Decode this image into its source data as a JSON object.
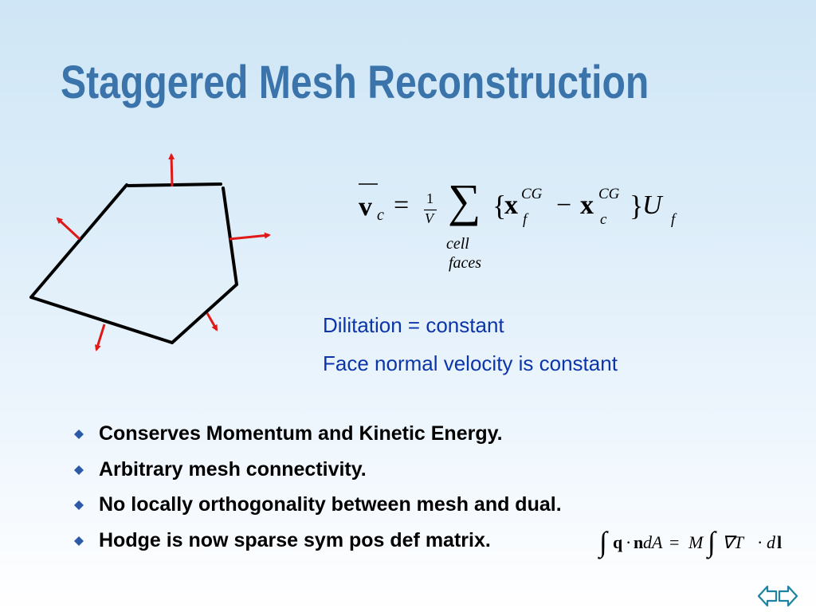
{
  "slide": {
    "title": "Staggered Mesh Reconstruction",
    "formula": {
      "lhs_symbol": "v",
      "lhs_subscript": "c",
      "equals": "=",
      "frac_num": "1",
      "frac_den": "V",
      "sum_symbol": "∑",
      "sum_sub_1": "cell",
      "sum_sub_2": "faces",
      "open_brace": "{",
      "x1": "x",
      "x1_sup": "CG",
      "x1_sub": "f",
      "minus": "−",
      "x2": "x",
      "x2_sup": "CG",
      "x2_sub": "c",
      "close_brace": "}",
      "u": "U",
      "u_sub": "f"
    },
    "statements": [
      "Dilitation = constant",
      "Face normal velocity is constant"
    ],
    "bullets": [
      "Conserves Momentum and Kinetic Energy.",
      "Arbitrary mesh connectivity.",
      "No locally orthogonality between mesh and dual.",
      "Hodge is now sparse sym pos def matrix."
    ],
    "hodge_formula": {
      "integral": "∫",
      "q": "q",
      "dot1": "·",
      "n": "n",
      "dA": "dA",
      "equals": "=",
      "M": "M",
      "integral2": "∫",
      "nabla_T": "∇T",
      "dot2": "·",
      "d": "d",
      "l": "l"
    },
    "nav": {
      "icon": "back-forward-arrows-icon"
    }
  },
  "colors": {
    "title": "#3a74aa",
    "statement_text": "#0b35a8",
    "bullet_diamond": "#2a5aa8",
    "normal_arrows": "#e01818",
    "mesh_edges": "#000000",
    "nav_icon": "#1e82a0"
  }
}
